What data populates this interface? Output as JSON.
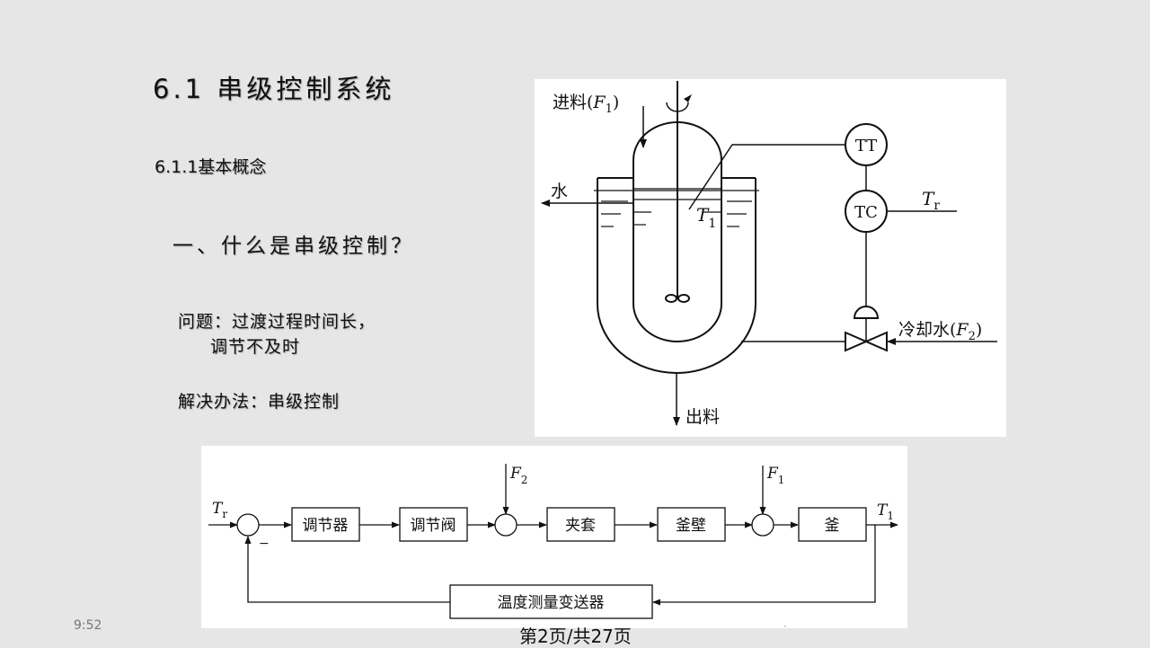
{
  "slide": {
    "title": "6.1  串级控制系统",
    "subtitle": "6.1.1基本概念",
    "question": "一、什么是串级控制？",
    "problem_line1": "问题：过渡过程时间长，",
    "problem_line2": "调节不及时",
    "solution": "解决办法：串级控制"
  },
  "reactor": {
    "feed_label": "进料(",
    "feed_var": "F",
    "feed_sub": "1",
    "feed_close": ")",
    "water_label": "水",
    "temp_var": "T",
    "temp_sub": "1",
    "tt_label": "TT",
    "tc_label": "TC",
    "setpoint_var": "T",
    "setpoint_sub": "r",
    "coolant_label": "冷却水(",
    "coolant_var": "F",
    "coolant_sub": "2",
    "coolant_close": ")",
    "outlet_label": "出料"
  },
  "block": {
    "input_var": "T",
    "input_sub": "r",
    "minus": "−",
    "controller": "调节器",
    "valve": "调节阀",
    "jacket": "夹套",
    "wall": "釜壁",
    "kettle": "釜",
    "sensor": "温度测量变送器",
    "dist1_var": "F",
    "dist1_sub": "2",
    "dist2_var": "F",
    "dist2_sub": "1",
    "output_var": "T",
    "output_sub": "1"
  },
  "footer": {
    "time": "9:52",
    "page": "第2页/共27页",
    "dot": "·"
  }
}
